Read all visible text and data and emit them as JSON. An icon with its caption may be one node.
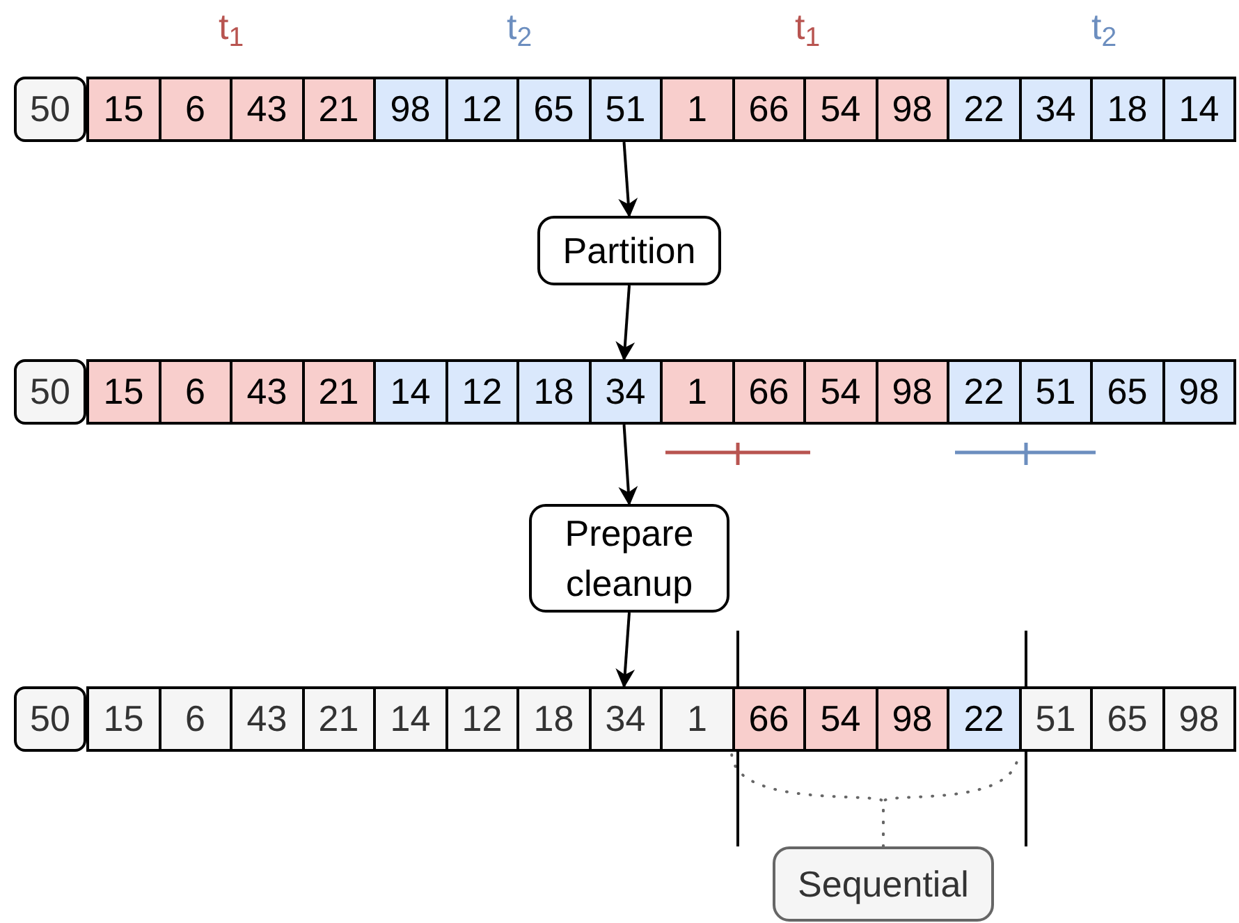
{
  "diagram": {
    "nodes": [
      {
        "text": [
          "50"
        ]
      },
      {
        "text": [
          "15"
        ]
      },
      {
        "text": [
          "6"
        ]
      },
      {
        "text": [
          "43"
        ]
      },
      {
        "text": [
          "21"
        ]
      },
      {
        "text": [
          "98"
        ]
      },
      {
        "text": [
          "12"
        ]
      },
      {
        "text": [
          "65"
        ]
      },
      {
        "text": [
          "51"
        ]
      },
      {
        "text": [
          "1"
        ]
      },
      {
        "text": [
          "66"
        ]
      },
      {
        "text": [
          "54"
        ]
      },
      {
        "text": [
          "98"
        ]
      },
      {
        "text": [
          "22"
        ]
      },
      {
        "text": [
          "34"
        ]
      },
      {
        "text": [
          "18"
        ]
      },
      {
        "text": [
          "14"
        ]
      },
      {
        "text": [
          "Partition"
        ]
      },
      {
        "text": [
          "50"
        ]
      },
      {
        "text": [
          "15"
        ]
      },
      {
        "text": [
          "6"
        ]
      },
      {
        "text": [
          "43"
        ]
      },
      {
        "text": [
          "21"
        ]
      },
      {
        "text": [
          "14"
        ]
      },
      {
        "text": [
          "12"
        ]
      },
      {
        "text": [
          "18"
        ]
      },
      {
        "text": [
          "34"
        ]
      },
      {
        "text": [
          "1"
        ]
      },
      {
        "text": [
          "66"
        ]
      },
      {
        "text": [
          "54"
        ]
      },
      {
        "text": [
          "98"
        ]
      },
      {
        "text": [
          "22"
        ]
      },
      {
        "text": [
          "51"
        ]
      },
      {
        "text": [
          "65"
        ]
      },
      {
        "text": [
          "98"
        ]
      },
      {
        "text": [
          "Prepare cleanup"
        ]
      },
      {
        "text": [
          "50"
        ]
      },
      {
        "text": [
          "15"
        ]
      },
      {
        "text": [
          "6"
        ]
      },
      {
        "text": [
          "43"
        ]
      },
      {
        "text": [
          "21"
        ]
      },
      {
        "text": [
          "14"
        ]
      },
      {
        "text": [
          "12"
        ]
      },
      {
        "text": [
          "18"
        ]
      },
      {
        "text": [
          "34"
        ]
      },
      {
        "text": [
          "1"
        ]
      },
      {
        "text": [
          "66"
        ]
      },
      {
        "text": [
          "54"
        ]
      },
      {
        "text": [
          "98"
        ]
      },
      {
        "text": [
          "22"
        ]
      },
      {
        "text": [
          "51"
        ]
      },
      {
        "text": [
          "65"
        ]
      },
      {
        "text": [
          "98"
        ]
      },
      {
        "text": [
          "Sequential"
        ]
      }
    ],
    "edges": [
      {
        "from": 8,
        "to": 17,
        "arrow": "to"
      },
      {
        "from": 17,
        "to": 26,
        "arrow": "to"
      },
      {
        "from": 26,
        "to": 35,
        "arrow": "to"
      },
      {
        "from": 35,
        "to": 44,
        "arrow": "to"
      },
      {
        "from": 53,
        "to": 46,
        "arrow": "none",
        "style": "dashed",
        "color": "#666666"
      },
      {
        "from": 53,
        "to": 49,
        "arrow": "none",
        "style": "dashed",
        "color": "#666666"
      }
    ],
    "labels": [
      "t$_{1}$",
      "t$_{2}$",
      "t$_{1}$",
      "t$_{2}$"
    ]
  }
}
